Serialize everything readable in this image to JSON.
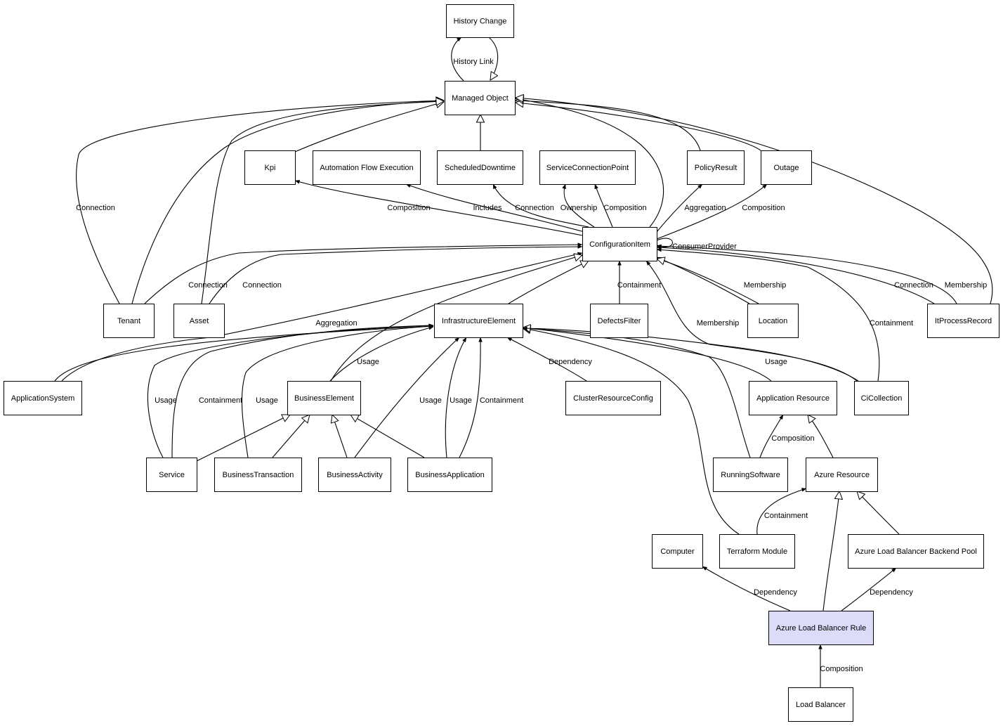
{
  "colors": {
    "background": "#ffffff",
    "stroke": "#000000",
    "highlight": "#dcdcf8"
  },
  "highlighted_node": "azure-load-balancer-rule",
  "nodes": [
    {
      "id": "history-change",
      "label": "History Change"
    },
    {
      "id": "managed-object",
      "label": "Managed Object"
    },
    {
      "id": "kpi",
      "label": "Kpi"
    },
    {
      "id": "automation-flow-execution",
      "label": "Automation Flow Execution"
    },
    {
      "id": "scheduled-downtime",
      "label": "ScheduledDowntime"
    },
    {
      "id": "service-connection-point",
      "label": "ServiceConnectionPoint"
    },
    {
      "id": "policy-result",
      "label": "PolicyResult"
    },
    {
      "id": "outage",
      "label": "Outage"
    },
    {
      "id": "configuration-item",
      "label": "ConfigurationItem"
    },
    {
      "id": "tenant",
      "label": "Tenant"
    },
    {
      "id": "asset",
      "label": "Asset"
    },
    {
      "id": "infrastructure-element",
      "label": "InfrastructureElement"
    },
    {
      "id": "defects-filter",
      "label": "DefectsFilter"
    },
    {
      "id": "location",
      "label": "Location"
    },
    {
      "id": "itprocess-record",
      "label": "ItProcessRecord"
    },
    {
      "id": "application-system",
      "label": "ApplicationSystem"
    },
    {
      "id": "business-element",
      "label": "BusinessElement"
    },
    {
      "id": "cluster-resource-config",
      "label": "ClusterResourceConfig"
    },
    {
      "id": "application-resource",
      "label": "Application Resource"
    },
    {
      "id": "ci-collection",
      "label": "CiCollection"
    },
    {
      "id": "service",
      "label": "Service"
    },
    {
      "id": "business-transaction",
      "label": "BusinessTransaction"
    },
    {
      "id": "business-activity",
      "label": "BusinessActivity"
    },
    {
      "id": "business-application",
      "label": "BusinessApplication"
    },
    {
      "id": "running-software",
      "label": "RunningSoftware"
    },
    {
      "id": "azure-resource",
      "label": "Azure Resource"
    },
    {
      "id": "computer",
      "label": "Computer"
    },
    {
      "id": "terraform-module",
      "label": "Terraform Module"
    },
    {
      "id": "azure-lb-backend-pool",
      "label": "Azure Load Balancer Backend Pool"
    },
    {
      "id": "azure-load-balancer-rule",
      "label": "Azure Load Balancer Rule"
    },
    {
      "id": "load-balancer",
      "label": "Load Balancer"
    }
  ],
  "edges": [
    {
      "from": "managed-object",
      "to": "history-change",
      "type": "association",
      "label": "History Link"
    },
    {
      "from": "history-change",
      "to": "managed-object",
      "type": "inheritance",
      "label": ""
    },
    {
      "from": "scheduled-downtime",
      "to": "managed-object",
      "type": "inheritance",
      "label": ""
    },
    {
      "from": "kpi",
      "to": "managed-object",
      "type": "inheritance",
      "label": ""
    },
    {
      "from": "tenant",
      "to": "managed-object",
      "type": "inheritance",
      "label": "Connection"
    },
    {
      "from": "tenant",
      "to": "managed-object",
      "type": "inheritance",
      "label": ""
    },
    {
      "from": "asset",
      "to": "managed-object",
      "type": "inheritance",
      "label": ""
    },
    {
      "from": "policy-result",
      "to": "managed-object",
      "type": "inheritance",
      "label": ""
    },
    {
      "from": "outage",
      "to": "managed-object",
      "type": "inheritance",
      "label": ""
    },
    {
      "from": "configuration-item",
      "to": "managed-object",
      "type": "inheritance",
      "label": ""
    },
    {
      "from": "itprocess-record",
      "to": "managed-object",
      "type": "inheritance",
      "label": ""
    },
    {
      "from": "configuration-item",
      "to": "kpi",
      "type": "association",
      "label": "Composition"
    },
    {
      "from": "configuration-item",
      "to": "automation-flow-execution",
      "type": "association",
      "label": "Includes"
    },
    {
      "from": "configuration-item",
      "to": "scheduled-downtime",
      "type": "association",
      "label": "Connection"
    },
    {
      "from": "configuration-item",
      "to": "service-connection-point",
      "type": "association",
      "label": "Ownership"
    },
    {
      "from": "configuration-item",
      "to": "service-connection-point",
      "type": "association",
      "label": "Composition"
    },
    {
      "from": "configuration-item",
      "to": "policy-result",
      "type": "association",
      "label": "Aggregation"
    },
    {
      "from": "configuration-item",
      "to": "outage",
      "type": "association",
      "label": "Composition"
    },
    {
      "from": "configuration-item",
      "to": "configuration-item",
      "type": "association",
      "label": "ConsumerProvider"
    },
    {
      "from": "tenant",
      "to": "configuration-item",
      "type": "association",
      "label": "Connection"
    },
    {
      "from": "asset",
      "to": "configuration-item",
      "type": "association",
      "label": "Connection"
    },
    {
      "from": "application-system",
      "to": "configuration-item",
      "type": "association",
      "label": "Aggregation"
    },
    {
      "from": "application-system",
      "to": "infrastructure-element",
      "type": "association",
      "label": ""
    },
    {
      "from": "infrastructure-element",
      "to": "configuration-item",
      "type": "inheritance",
      "label": ""
    },
    {
      "from": "business-element",
      "to": "configuration-item",
      "type": "inheritance",
      "label": ""
    },
    {
      "from": "defects-filter",
      "to": "configuration-item",
      "type": "association",
      "label": "Containment"
    },
    {
      "from": "location",
      "to": "configuration-item",
      "type": "association",
      "label": "Membership"
    },
    {
      "from": "location",
      "to": "configuration-item",
      "type": "inheritance",
      "label": ""
    },
    {
      "from": "ci-collection",
      "to": "configuration-item",
      "type": "association",
      "label": "Membership"
    },
    {
      "from": "ci-collection",
      "to": "configuration-item",
      "type": "association",
      "label": "Containment"
    },
    {
      "from": "itprocess-record",
      "to": "configuration-item",
      "type": "association",
      "label": "Connection"
    },
    {
      "from": "itprocess-record",
      "to": "configuration-item",
      "type": "association",
      "label": "Membership"
    },
    {
      "from": "business-element",
      "to": "infrastructure-element",
      "type": "association",
      "label": "Usage"
    },
    {
      "from": "service",
      "to": "infrastructure-element",
      "type": "association",
      "label": "Usage"
    },
    {
      "from": "service",
      "to": "infrastructure-element",
      "type": "association",
      "label": "Containment"
    },
    {
      "from": "business-transaction",
      "to": "infrastructure-element",
      "type": "association",
      "label": "Usage"
    },
    {
      "from": "business-activity",
      "to": "infrastructure-element",
      "type": "association",
      "label": "Usage"
    },
    {
      "from": "business-application",
      "to": "infrastructure-element",
      "type": "association",
      "label": "Usage"
    },
    {
      "from": "business-application",
      "to": "infrastructure-element",
      "type": "association",
      "label": "Containment"
    },
    {
      "from": "cluster-resource-config",
      "to": "infrastructure-element",
      "type": "association",
      "label": "Dependency"
    },
    {
      "from": "terraform-module",
      "to": "infrastructure-element",
      "type": "inheritance",
      "label": ""
    },
    {
      "from": "running-software",
      "to": "infrastructure-element",
      "type": "inheritance",
      "label": ""
    },
    {
      "from": "application-resource",
      "to": "infrastructure-element",
      "type": "inheritance",
      "label": ""
    },
    {
      "from": "ci-collection",
      "to": "infrastructure-element",
      "type": "association",
      "label": "Usage"
    },
    {
      "from": "service",
      "to": "business-element",
      "type": "inheritance",
      "label": ""
    },
    {
      "from": "business-transaction",
      "to": "business-element",
      "type": "inheritance",
      "label": ""
    },
    {
      "from": "business-activity",
      "to": "business-element",
      "type": "inheritance",
      "label": ""
    },
    {
      "from": "business-application",
      "to": "business-element",
      "type": "inheritance",
      "label": ""
    },
    {
      "from": "running-software",
      "to": "application-resource",
      "type": "association",
      "label": "Composition"
    },
    {
      "from": "azure-resource",
      "to": "application-resource",
      "type": "inheritance",
      "label": ""
    },
    {
      "from": "terraform-module",
      "to": "azure-resource",
      "type": "association",
      "label": "Containment"
    },
    {
      "from": "azure-lb-backend-pool",
      "to": "azure-resource",
      "type": "inheritance",
      "label": ""
    },
    {
      "from": "azure-load-balancer-rule",
      "to": "azure-resource",
      "type": "inheritance",
      "label": ""
    },
    {
      "from": "azure-load-balancer-rule",
      "to": "computer",
      "type": "association",
      "label": "Dependency"
    },
    {
      "from": "azure-load-balancer-rule",
      "to": "azure-lb-backend-pool",
      "type": "association",
      "label": "Dependency"
    },
    {
      "from": "load-balancer",
      "to": "azure-load-balancer-rule",
      "type": "association",
      "label": "Composition"
    }
  ]
}
